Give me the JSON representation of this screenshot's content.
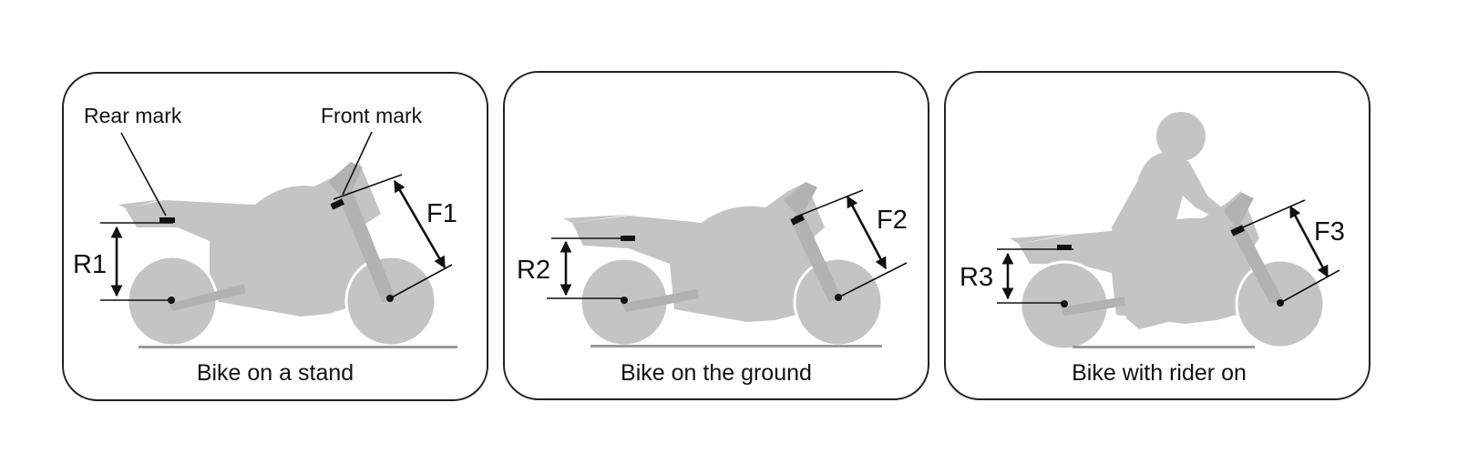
{
  "colors": {
    "silhouette": "#c4c4c4",
    "silhouette_dark": "#b2b2b2",
    "ink": "#111111",
    "frame": "#222222",
    "background": "#ffffff"
  },
  "panels": [
    {
      "caption": "Bike on a stand",
      "rear_mark_label": "Rear mark",
      "front_mark_label": "Front mark",
      "rear_measure": "R1",
      "front_measure": "F1"
    },
    {
      "caption": "Bike on the ground",
      "rear_measure": "R2",
      "front_measure": "F2"
    },
    {
      "caption": "Bike with rider on",
      "rear_measure": "R3",
      "front_measure": "F3"
    }
  ]
}
